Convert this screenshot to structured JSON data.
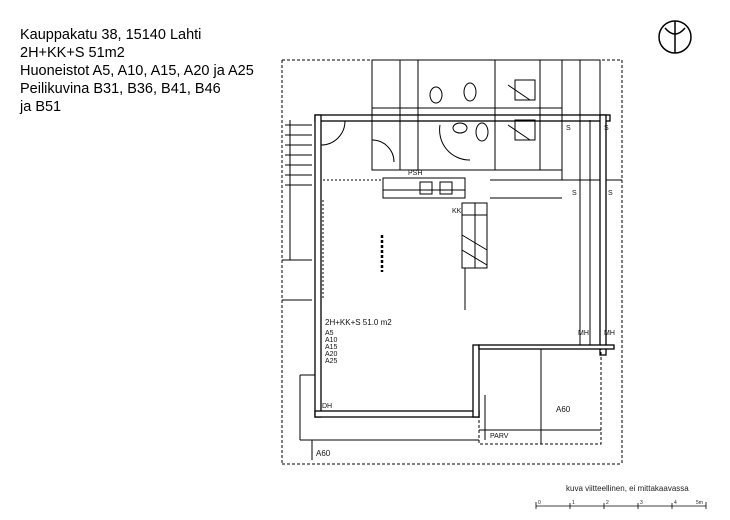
{
  "header_lines": [
    "Kauppakatu 38, 15140 Lahti",
    "2H+KK+S 51m2",
    "Huoneistot A5, A10, A15, A20 ja A25",
    "Peilikuvina B31, B36, B41, B46",
    "ja B51"
  ],
  "plan": {
    "main_room_label": "2H+KK+S 51.0 m2",
    "apartment_list": [
      "A5",
      "A10",
      "A15",
      "A20",
      "A25"
    ],
    "code_psh": "PSH",
    "code_kk": "KK",
    "code_dh": "DH",
    "code_parv": "PARV",
    "code_mh_1": "MH",
    "code_mh_2": "MH",
    "code_s_1": "S",
    "code_s_2": "S",
    "code_s_3": "S",
    "code_s_4": "S",
    "neighbor_right": "A60",
    "neighbor_bottom": "A60"
  },
  "caption": "kuva viitteellinen, ei mittakaavassa",
  "scale_ticks": [
    "0",
    "1",
    "2",
    "3",
    "4",
    "5m"
  ],
  "colors": {
    "line": "#000000",
    "wall_fill": "#ffffff"
  }
}
